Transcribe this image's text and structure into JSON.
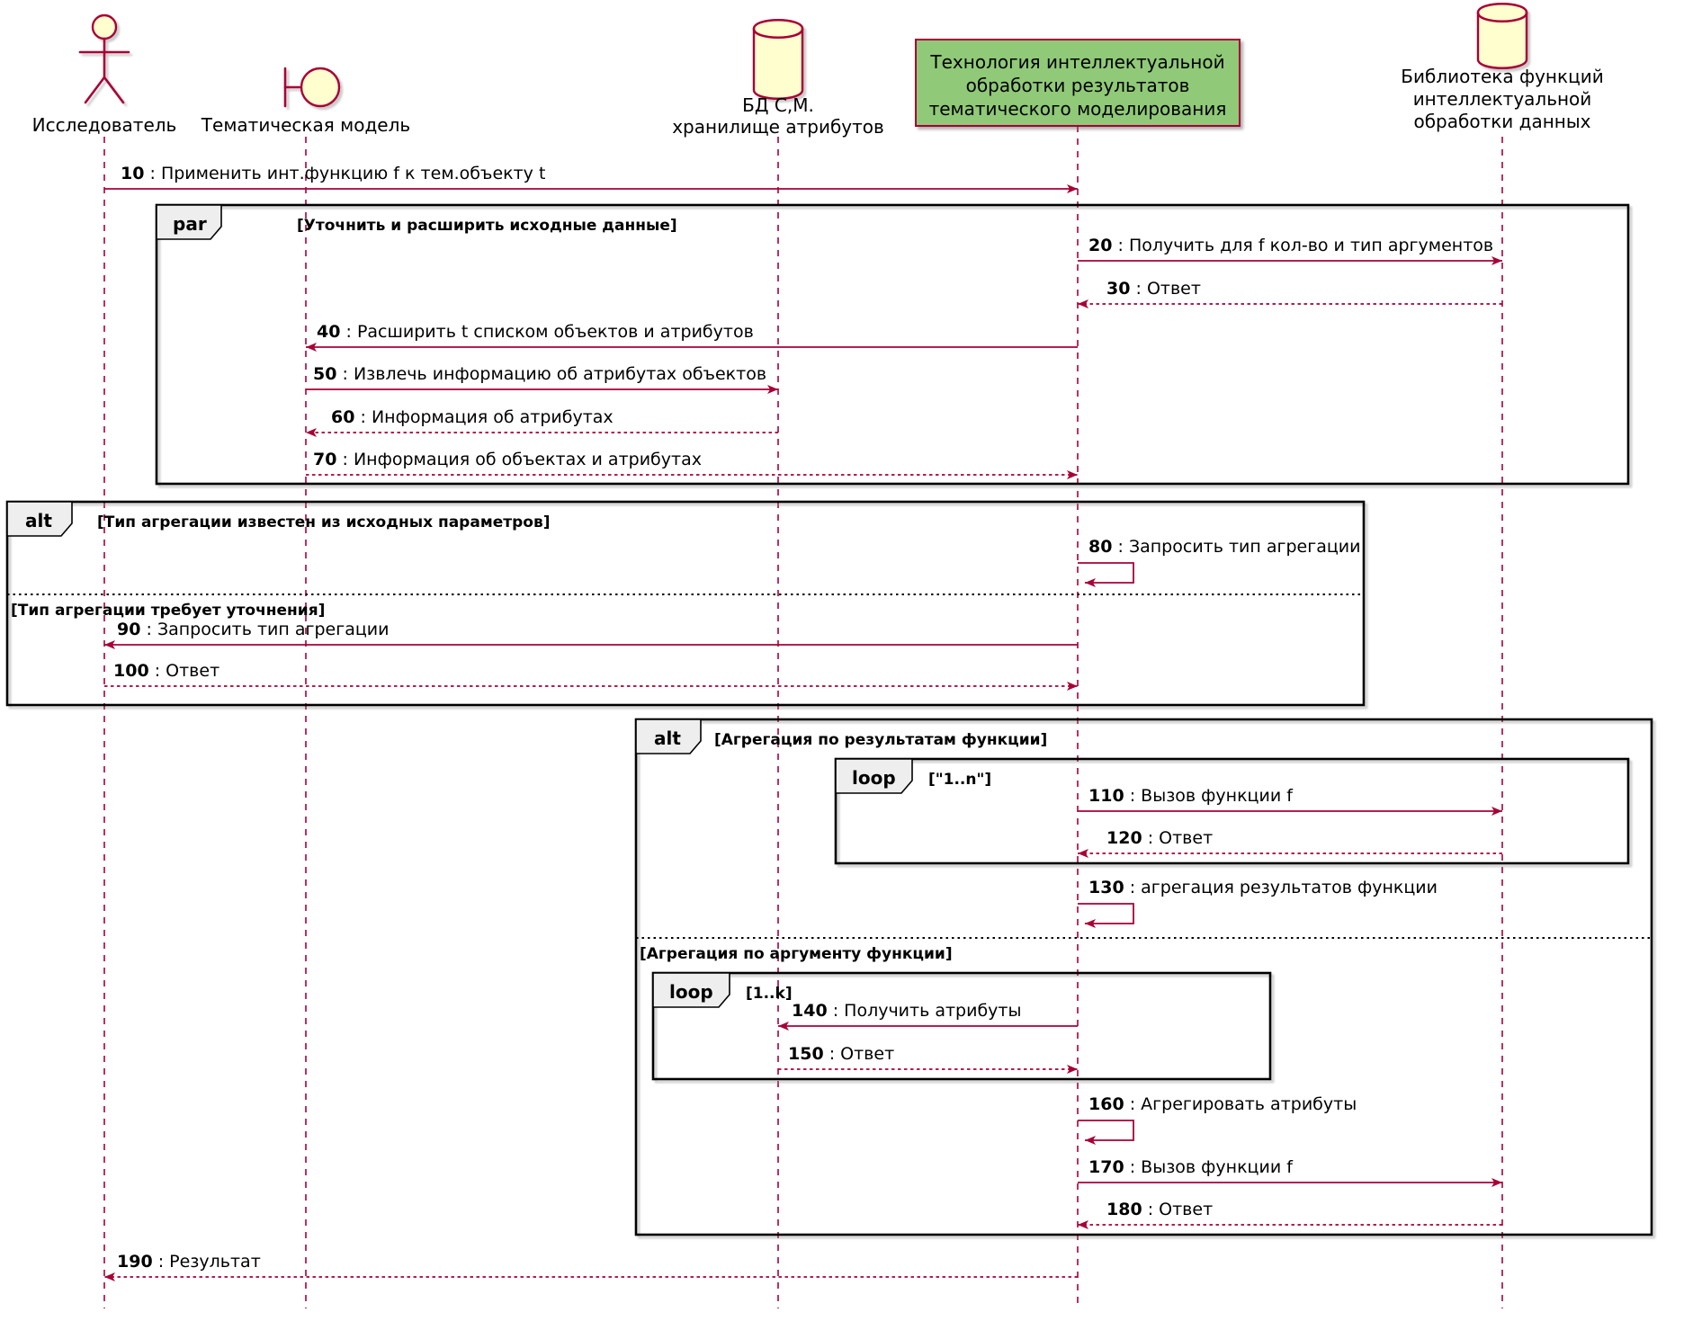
{
  "sep": " : ",
  "colors": {
    "accent": "#A80036",
    "participant_fill": "#FEFECE",
    "tech_fill": "#90C978",
    "frame_label_fill": "#EEEEEE",
    "frame_border": "#000000",
    "text": "#000000",
    "background": "#FFFFFF"
  },
  "participants": [
    {
      "id": "researcher",
      "kind": "actor",
      "lines": [
        "Исследователь"
      ]
    },
    {
      "id": "thematic-model",
      "kind": "boundary",
      "lines": [
        "Тематическая модель"
      ]
    },
    {
      "id": "attr-db",
      "kind": "database",
      "lines": [
        "БД С,М.",
        "хранилище атрибутов"
      ]
    },
    {
      "id": "tech",
      "kind": "participant-box",
      "lines": [
        "Технология интеллектуальной",
        "обработки результатов",
        "тематического моделирования"
      ]
    },
    {
      "id": "func-lib",
      "kind": "database",
      "lines": [
        "Библиотека функций",
        "интеллектуальной",
        "обработки данных"
      ]
    }
  ],
  "frames": {
    "par": {
      "name": "par",
      "guard": "[Уточнить и расширить исходные данные]"
    },
    "alt1": {
      "name": "alt",
      "guard": "[Тип агрегации известен из исходных параметров]",
      "else_guard": "[Тип агрегации требует уточнения]"
    },
    "alt2": {
      "name": "alt",
      "guard": "[Агрегация по результатам функции]",
      "else_guard": "[Агрегация по аргументу функции]"
    },
    "loop1": {
      "name": "loop",
      "guard": "[\"1..n\"]"
    },
    "loop2": {
      "name": "loop",
      "guard": "[1..k]"
    }
  },
  "messages": [
    {
      "num": "10",
      "text": "Применить инт.функцию f к тем.объекту t",
      "from": "researcher",
      "to": "tech",
      "style": "solid"
    },
    {
      "num": "20",
      "text": "Получить для f кол-во и тип аргументов",
      "from": "tech",
      "to": "func-lib",
      "style": "solid"
    },
    {
      "num": "30",
      "text": "Ответ",
      "from": "func-lib",
      "to": "tech",
      "style": "dashed"
    },
    {
      "num": "40",
      "text": "Расширить t списком объектов и атрибутов",
      "from": "tech",
      "to": "thematic-model",
      "style": "solid"
    },
    {
      "num": "50",
      "text": "Извлечь информацию об атрибутах объектов",
      "from": "thematic-model",
      "to": "attr-db",
      "style": "solid"
    },
    {
      "num": "60",
      "text": "Информация об атрибутах",
      "from": "attr-db",
      "to": "thematic-model",
      "style": "dashed"
    },
    {
      "num": "70",
      "text": "Информация об объектах и атрибутах",
      "from": "thematic-model",
      "to": "tech",
      "style": "dashed"
    },
    {
      "num": "80",
      "text": "Запросить тип агрегации",
      "from": "tech",
      "to": "tech",
      "style": "self"
    },
    {
      "num": "90",
      "text": "Запросить тип агрегации",
      "from": "tech",
      "to": "researcher",
      "style": "solid"
    },
    {
      "num": "100",
      "text": "Ответ",
      "from": "researcher",
      "to": "tech",
      "style": "dashed"
    },
    {
      "num": "110",
      "text": "Вызов функции f",
      "from": "tech",
      "to": "func-lib",
      "style": "solid"
    },
    {
      "num": "120",
      "text": "Ответ",
      "from": "func-lib",
      "to": "tech",
      "style": "dashed"
    },
    {
      "num": "130",
      "text": "агрегация результатов функции",
      "from": "tech",
      "to": "tech",
      "style": "self"
    },
    {
      "num": "140",
      "text": "Получить атрибуты",
      "from": "tech",
      "to": "attr-db",
      "style": "solid"
    },
    {
      "num": "150",
      "text": "Ответ",
      "from": "attr-db",
      "to": "tech",
      "style": "dashed"
    },
    {
      "num": "160",
      "text": "Агрегировать атрибуты",
      "from": "tech",
      "to": "tech",
      "style": "self"
    },
    {
      "num": "170",
      "text": "Вызов функции f",
      "from": "tech",
      "to": "func-lib",
      "style": "solid"
    },
    {
      "num": "180",
      "text": "Ответ",
      "from": "func-lib",
      "to": "tech",
      "style": "dashed"
    },
    {
      "num": "190",
      "text": "Результат",
      "from": "tech",
      "to": "researcher",
      "style": "dashed"
    }
  ]
}
